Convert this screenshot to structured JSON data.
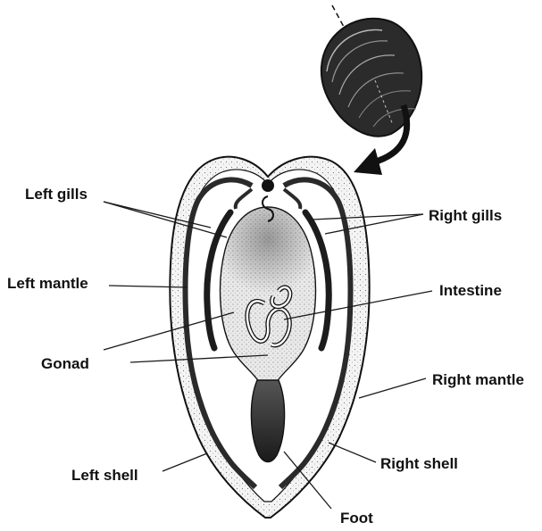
{
  "labels": {
    "left_gills": "Left gills",
    "right_gills": "Right gills",
    "left_mantle": "Left mantle",
    "intestine": "Intestine",
    "gonad": "Gonad",
    "right_mantle": "Right mantle",
    "left_shell": "Left shell",
    "right_shell": "Right shell",
    "foot": "Foot"
  },
  "colors": {
    "ink": "#111111",
    "shell_fill": "#f3f3f3",
    "body_fill": "#e6e6e6",
    "dark_tissue": "#2a2a2a",
    "gill": "#1c1c1c"
  }
}
